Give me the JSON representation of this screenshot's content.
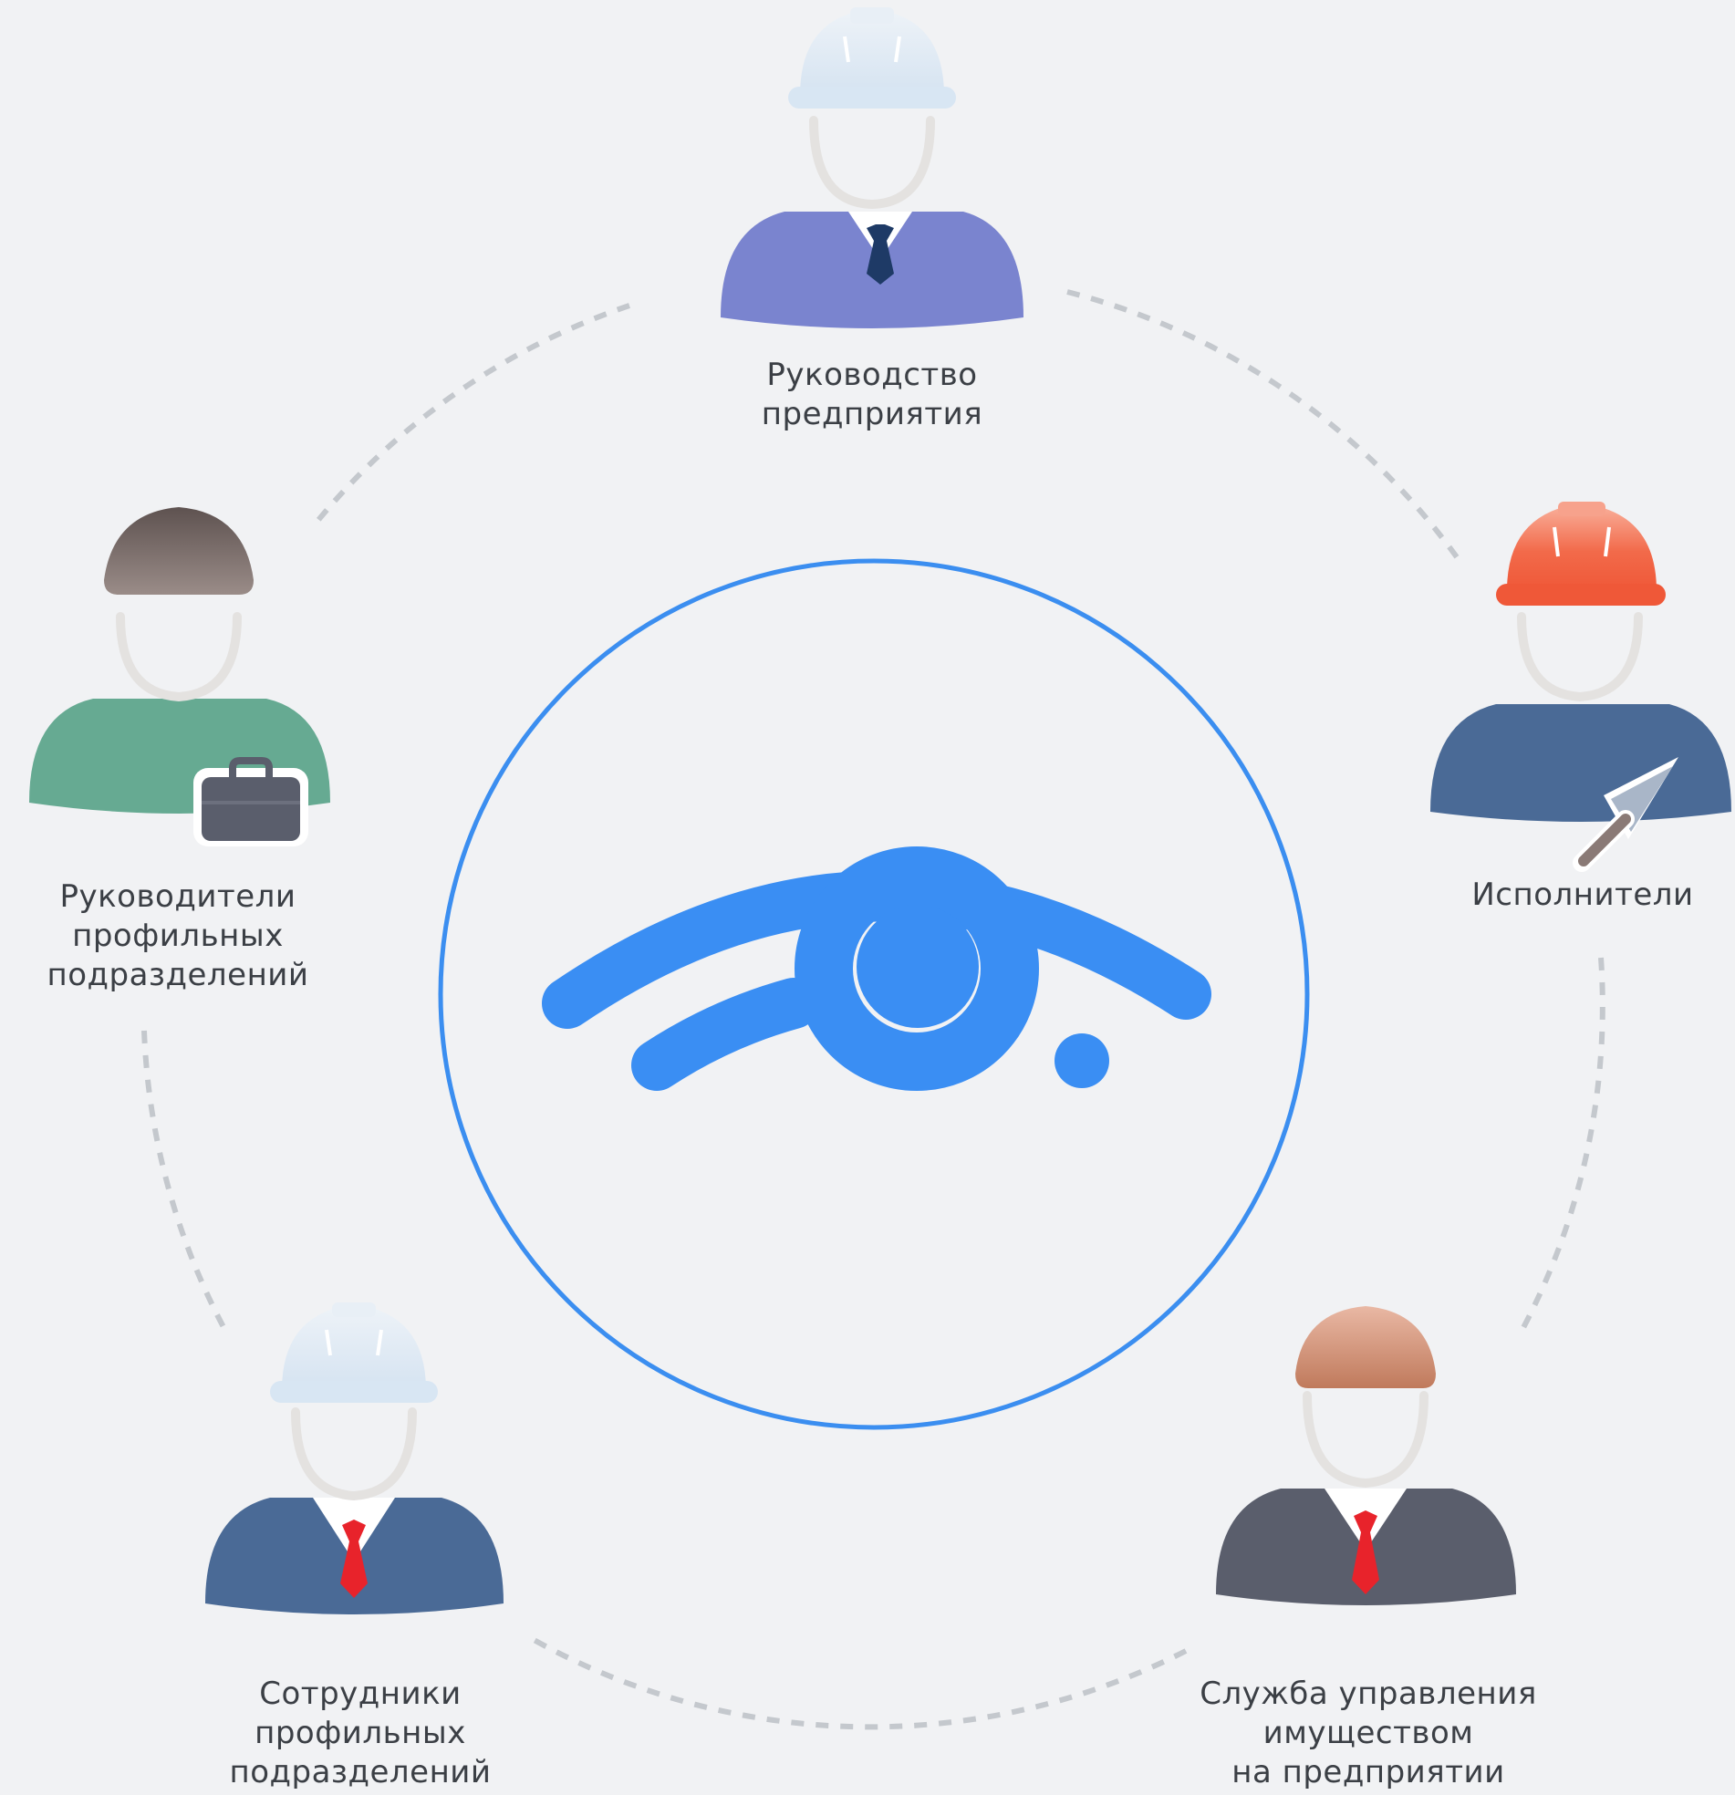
{
  "diagram": {
    "colors": {
      "background": "#f1f2f4",
      "ring": "#3b8ef0",
      "eye": "#3a8ef3",
      "connector": "#c4c8cd",
      "label_text": "#3b3f45",
      "face": "#e4e2e0"
    },
    "center_icon": "eye-icon",
    "roles": [
      {
        "label": "Руководство\nпредприятия",
        "icon": "manager-hard-hat-icon",
        "helmet_color": "#dde8f3",
        "body_color": "#7a84cf",
        "tie_color": "#1e3a66"
      },
      {
        "label": "Исполнители",
        "icon": "worker-trowel-icon",
        "helmet_color": "#f26a4a",
        "body_color": "#4a6a96",
        "tool_icon": "trowel-icon"
      },
      {
        "label": "Служба управления\nимуществом\nна предприятии",
        "icon": "businessman-tie-icon",
        "hair_color": "#d08e72",
        "body_color": "#5a5e6c",
        "tie_color": "#e8232b"
      },
      {
        "label": "Сотрудники\nпрофильных\nподразделений",
        "icon": "employee-hard-hat-icon",
        "helmet_color": "#dde8f3",
        "body_color": "#4a6a96",
        "tie_color": "#e8232b"
      },
      {
        "label": "Руководители\nпрофильных\nподразделений",
        "icon": "manager-briefcase-icon",
        "hair_color": "#7a6c68",
        "body_color": "#66aa92",
        "accessory_icon": "briefcase-icon"
      }
    ]
  }
}
